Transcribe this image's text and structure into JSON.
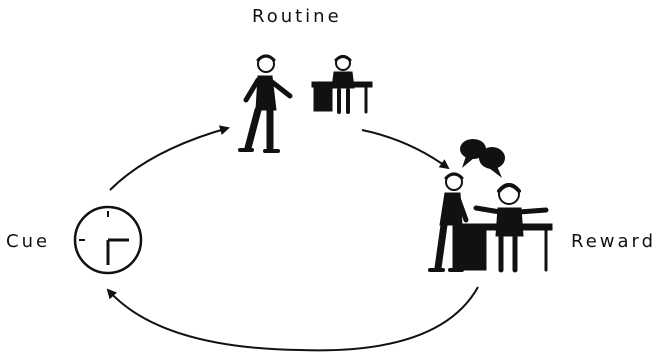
{
  "diagram": {
    "labels": {
      "routine": "Routine",
      "cue": "Cue",
      "reward": "Reward"
    },
    "icons": {
      "cue": "clock-icon",
      "routine": "walking-to-desk-icon",
      "reward": "chatting-coworkers-icon"
    },
    "colors": {
      "ink": "#111111",
      "background": "#ffffff"
    }
  }
}
